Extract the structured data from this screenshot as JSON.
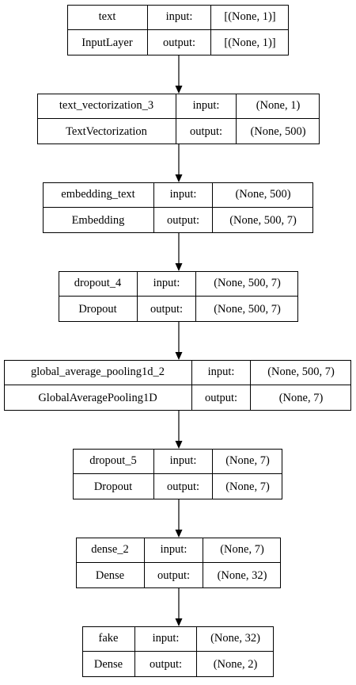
{
  "layers": [
    {
      "name": "text",
      "type": "InputLayer",
      "input_label": "input:",
      "input_shape": "[(None, 1)]",
      "output_label": "output:",
      "output_shape": "[(None, 1)]"
    },
    {
      "name": "text_vectorization_3",
      "type": "TextVectorization",
      "input_label": "input:",
      "input_shape": "(None, 1)",
      "output_label": "output:",
      "output_shape": "(None, 500)"
    },
    {
      "name": "embedding_text",
      "type": "Embedding",
      "input_label": "input:",
      "input_shape": "(None, 500)",
      "output_label": "output:",
      "output_shape": "(None, 500, 7)"
    },
    {
      "name": "dropout_4",
      "type": "Dropout",
      "input_label": "input:",
      "input_shape": "(None, 500, 7)",
      "output_label": "output:",
      "output_shape": "(None, 500, 7)"
    },
    {
      "name": "global_average_pooling1d_2",
      "type": "GlobalAveragePooling1D",
      "input_label": "input:",
      "input_shape": "(None, 500, 7)",
      "output_label": "output:",
      "output_shape": "(None, 7)"
    },
    {
      "name": "dropout_5",
      "type": "Dropout",
      "input_label": "input:",
      "input_shape": "(None, 7)",
      "output_label": "output:",
      "output_shape": "(None, 7)"
    },
    {
      "name": "dense_2",
      "type": "Dense",
      "input_label": "input:",
      "input_shape": "(None, 7)",
      "output_label": "output:",
      "output_shape": "(None, 32)"
    },
    {
      "name": "fake",
      "type": "Dense",
      "input_label": "input:",
      "input_shape": "(None, 32)",
      "output_label": "output:",
      "output_shape": "(None, 2)"
    }
  ]
}
